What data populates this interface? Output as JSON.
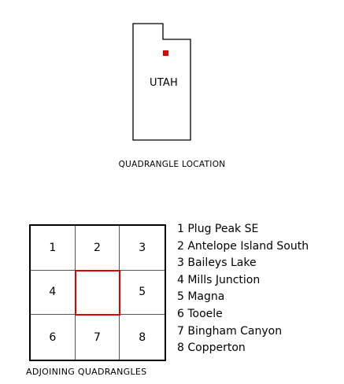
{
  "location_map": {
    "state_label": "UTAH",
    "marker_color": "#e00000",
    "caption": "QUADRANGLE LOCATION"
  },
  "adjoining": {
    "caption": "ADJOINING QUADRANGLES",
    "highlight_color": "#e00000",
    "cells": [
      "1",
      "2",
      "3",
      "4",
      "",
      "5",
      "6",
      "7",
      "8"
    ],
    "list": [
      "1 Plug Peak SE",
      "2 Antelope Island South",
      "3 Baileys Lake",
      "4 Mills Junction",
      "5 Magna",
      "6 Tooele",
      "7 Bingham Canyon",
      "8 Copperton"
    ]
  }
}
